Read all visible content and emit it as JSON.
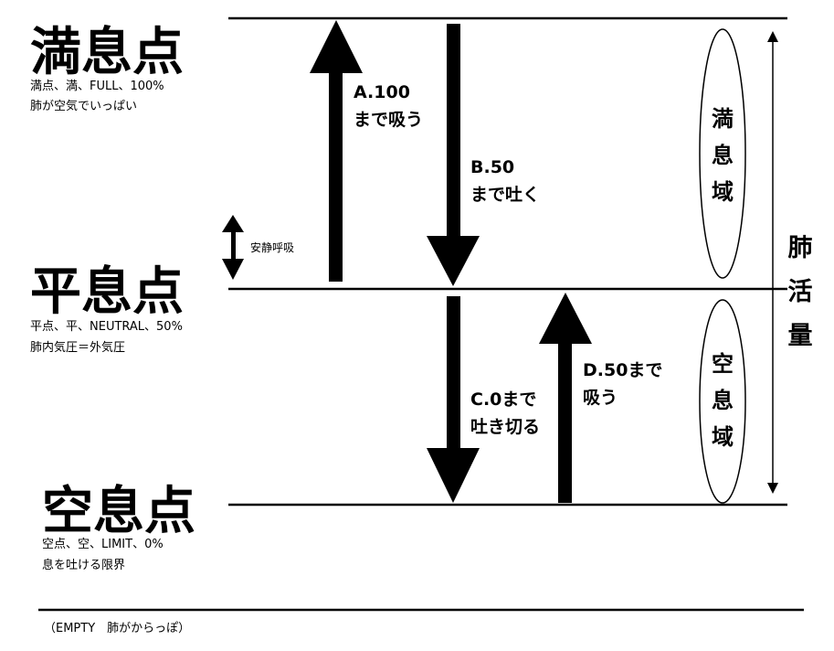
{
  "points": {
    "full": {
      "title": "満息点",
      "line1": "満点、満、FULL、100%",
      "line2": "肺が空気でいっぱい"
    },
    "neutral": {
      "title": "平息点",
      "line1": "平点、平、NEUTRAL、50%",
      "line2": "肺内気圧＝外気圧"
    },
    "empty": {
      "title": "空息点",
      "line1": "空点、空、LIMIT、0%",
      "line2": "息を吐ける限界"
    }
  },
  "arrows": {
    "a": {
      "line1": "A.100",
      "line2": "まで吸う"
    },
    "b": {
      "line1": "B.50",
      "line2": "まで吐く"
    },
    "c": {
      "line1": "C.0まで",
      "line2": "吐き切る"
    },
    "d": {
      "line1": "D.50まで",
      "line2": "吸う"
    }
  },
  "quiet_breathing": "安静呼吸",
  "zones": {
    "full_zone": "満息域",
    "empty_zone": "空息域",
    "lung_capacity": "肺活量"
  },
  "footer": "（EMPTY　肺がからっぽ）"
}
